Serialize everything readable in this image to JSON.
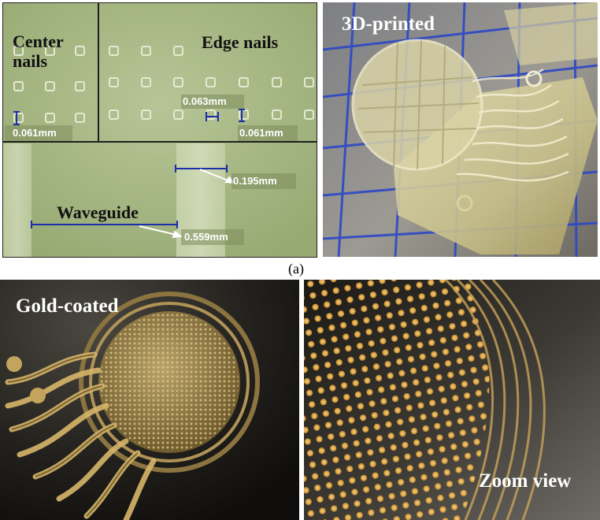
{
  "figure_label": "(a)",
  "panel_microscope": {
    "center_label": "Center\nnails",
    "edge_label": "Edge nails",
    "waveguide_label": "Waveguide",
    "m_center": "0.061mm",
    "m_edge_mid": "0.063mm",
    "m_edge_right": "0.061mm",
    "m_wg_width": "0.195mm",
    "m_wg_gap": "0.559mm",
    "colors": {
      "background": "#a9b985",
      "border": "#1e1e1e",
      "scale_line": "#1a2fa8"
    }
  },
  "panel_printed": {
    "label": "3D-printed"
  },
  "panel_gold": {
    "label": "Gold-coated"
  },
  "panel_zoom": {
    "label": "Zoom view"
  }
}
